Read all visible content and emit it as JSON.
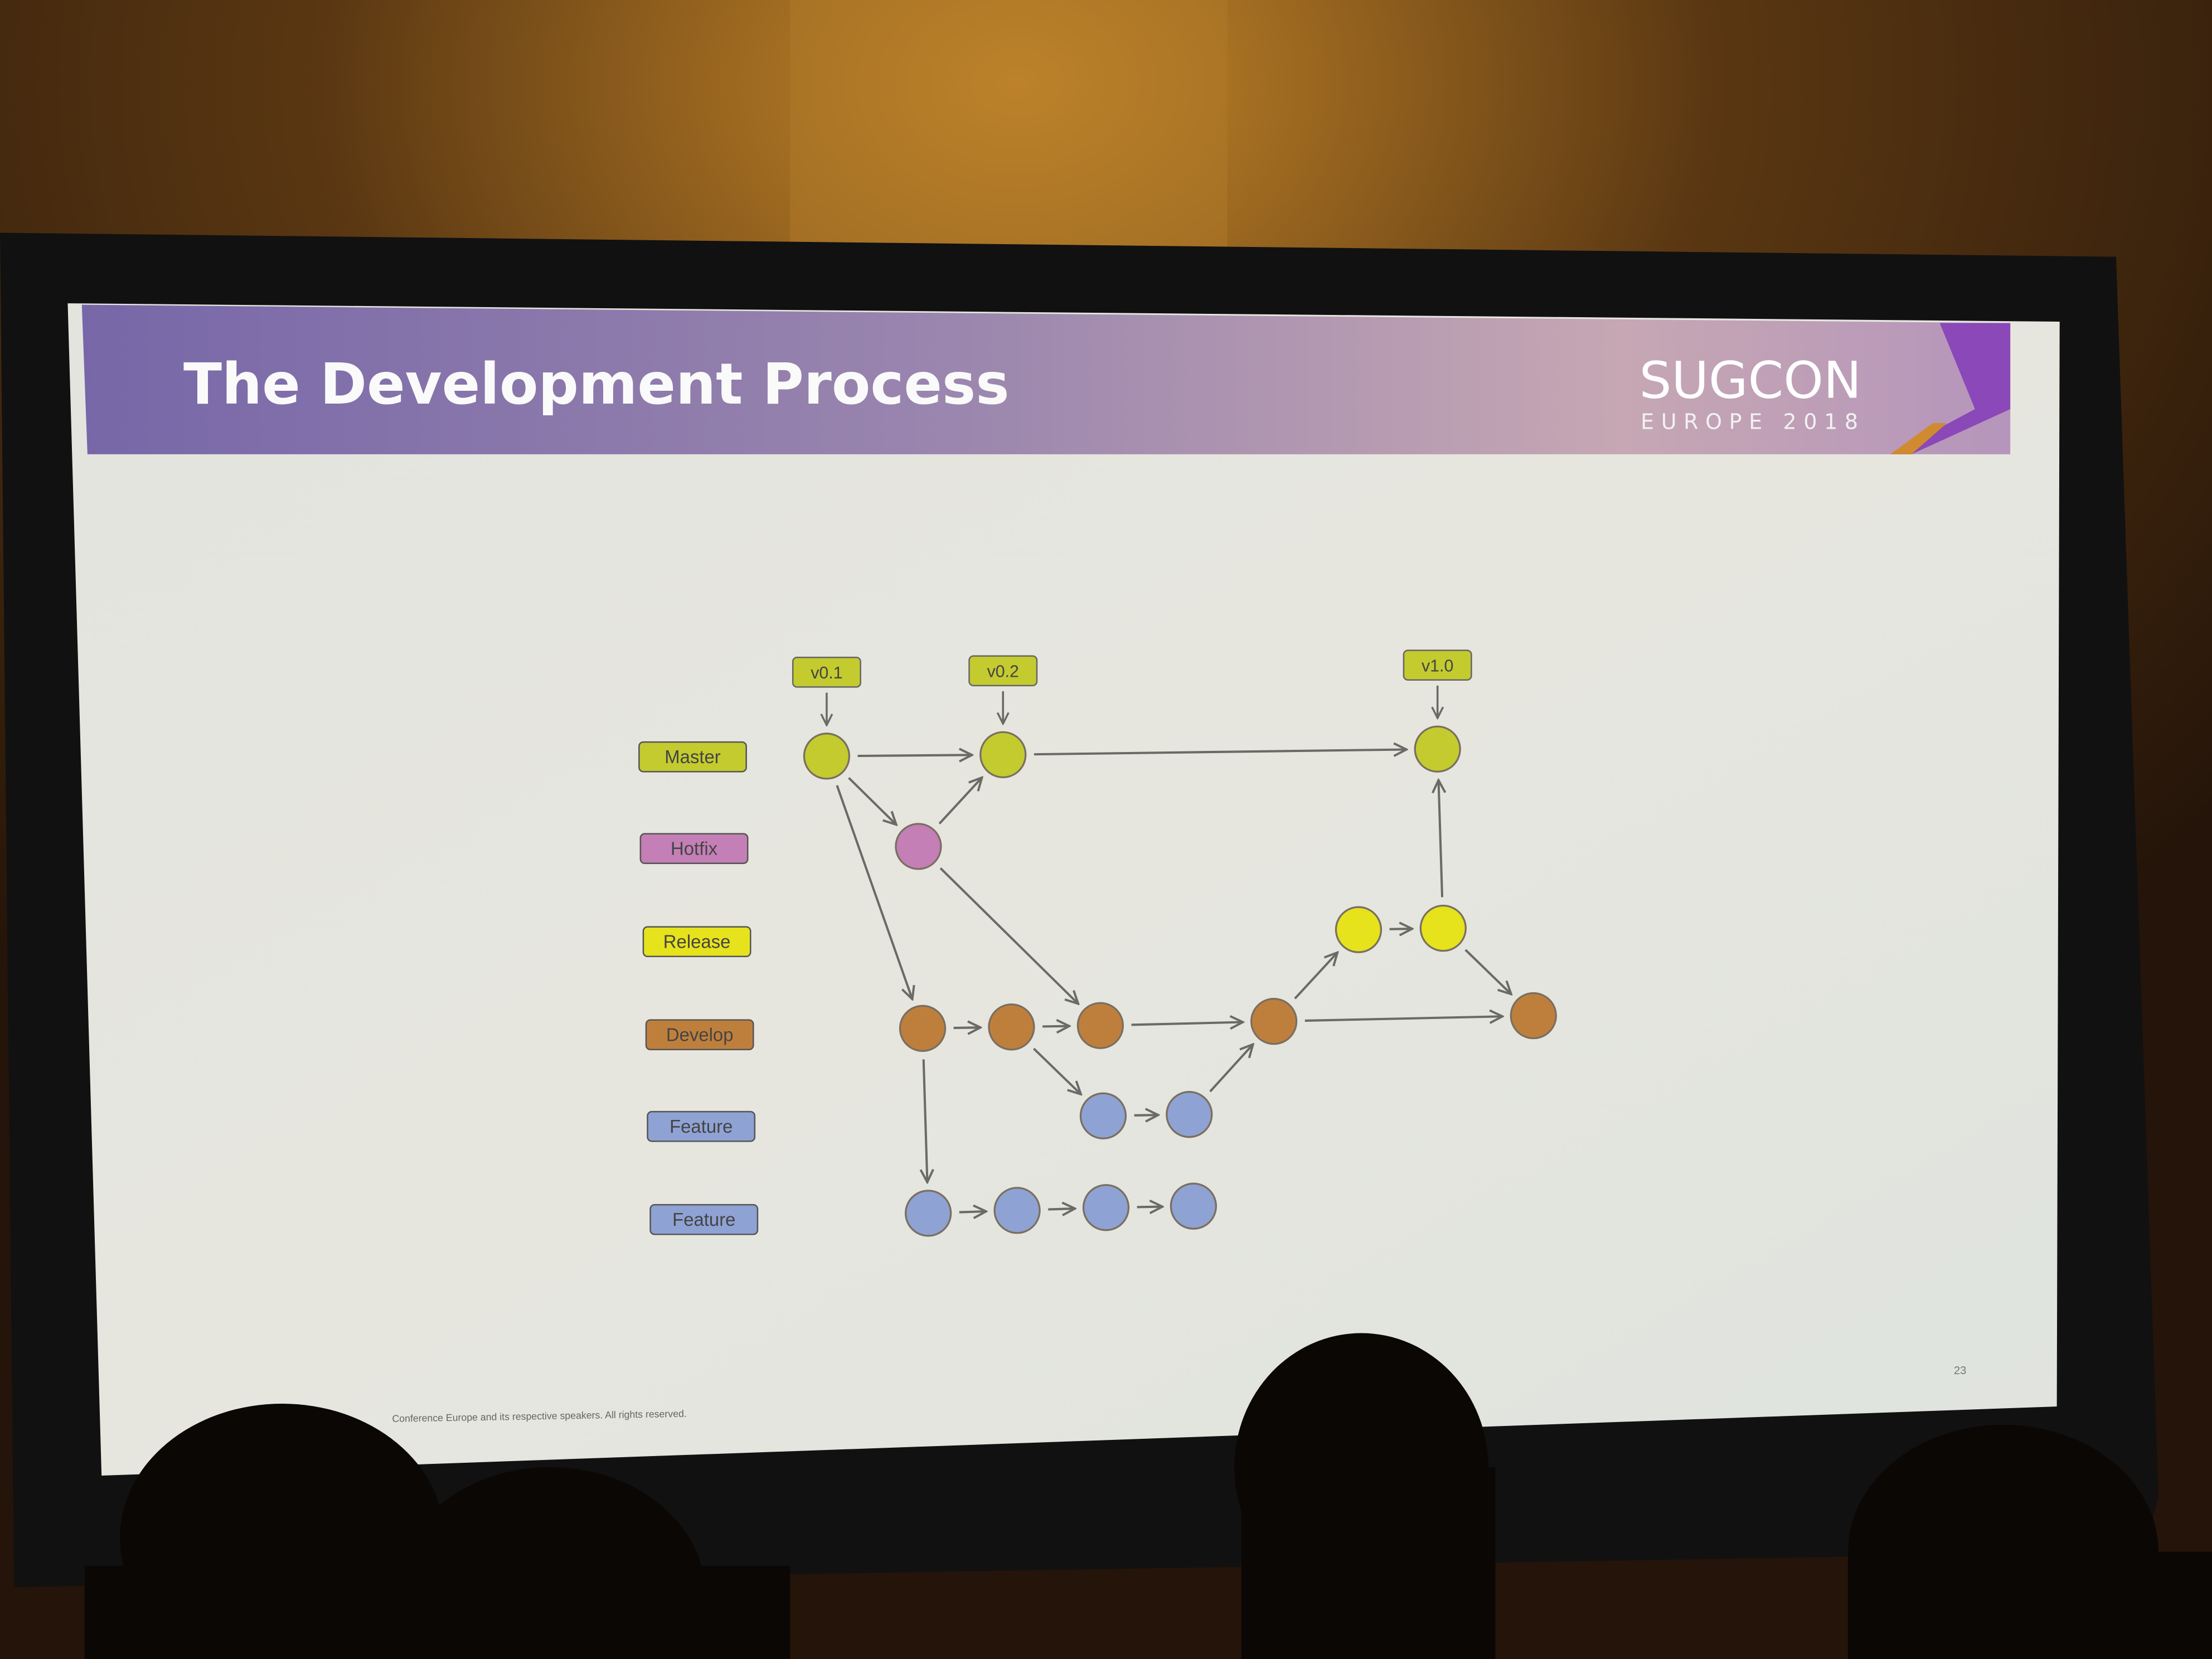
{
  "slide": {
    "title": "The Development Process",
    "logo": {
      "name": "SUGCON",
      "sub": "EUROPE 2018"
    },
    "footer": "Conference Europe and its respective speakers.  All rights reserved.",
    "page_number": "23"
  },
  "branches": [
    {
      "id": "master",
      "label": "Master",
      "color": "#c3cb2f"
    },
    {
      "id": "hotfix",
      "label": "Hotfix",
      "color": "#c47fb6"
    },
    {
      "id": "release",
      "label": "Release",
      "color": "#e6e21c"
    },
    {
      "id": "develop",
      "label": "Develop",
      "color": "#bf7f3c"
    },
    {
      "id": "feature1",
      "label": "Feature",
      "color": "#8fa2d4"
    },
    {
      "id": "feature2",
      "label": "Feature",
      "color": "#8fa2d4"
    }
  ],
  "tags": [
    {
      "label": "v0.1",
      "node": "m0"
    },
    {
      "label": "v0.2",
      "node": "m1"
    },
    {
      "label": "v1.0",
      "node": "m2"
    }
  ],
  "commits": [
    {
      "id": "m0",
      "branch": "master"
    },
    {
      "id": "m1",
      "branch": "master"
    },
    {
      "id": "m2",
      "branch": "master"
    },
    {
      "id": "h0",
      "branch": "hotfix"
    },
    {
      "id": "r0",
      "branch": "release"
    },
    {
      "id": "r1",
      "branch": "release"
    },
    {
      "id": "d0",
      "branch": "develop"
    },
    {
      "id": "d1",
      "branch": "develop"
    },
    {
      "id": "d2",
      "branch": "develop"
    },
    {
      "id": "d3",
      "branch": "develop"
    },
    {
      "id": "d4",
      "branch": "develop"
    },
    {
      "id": "f0",
      "branch": "feature1"
    },
    {
      "id": "f1",
      "branch": "feature1"
    },
    {
      "id": "g0",
      "branch": "feature2"
    },
    {
      "id": "g1",
      "branch": "feature2"
    },
    {
      "id": "g2",
      "branch": "feature2"
    },
    {
      "id": "g3",
      "branch": "feature2"
    }
  ],
  "edges": [
    [
      "m0",
      "m1"
    ],
    [
      "m1",
      "m2"
    ],
    [
      "m0",
      "h0"
    ],
    [
      "h0",
      "m1"
    ],
    [
      "m0",
      "d0"
    ],
    [
      "h0",
      "d2"
    ],
    [
      "d0",
      "d1"
    ],
    [
      "d1",
      "d2"
    ],
    [
      "d2",
      "d3"
    ],
    [
      "d3",
      "d4"
    ],
    [
      "d1",
      "f0"
    ],
    [
      "f0",
      "f1"
    ],
    [
      "f1",
      "d3"
    ],
    [
      "d3",
      "r0"
    ],
    [
      "r0",
      "r1"
    ],
    [
      "r1",
      "m2"
    ],
    [
      "r1",
      "d4"
    ],
    [
      "d0",
      "g0"
    ],
    [
      "g0",
      "g1"
    ],
    [
      "g1",
      "g2"
    ],
    [
      "g2",
      "g3"
    ]
  ]
}
